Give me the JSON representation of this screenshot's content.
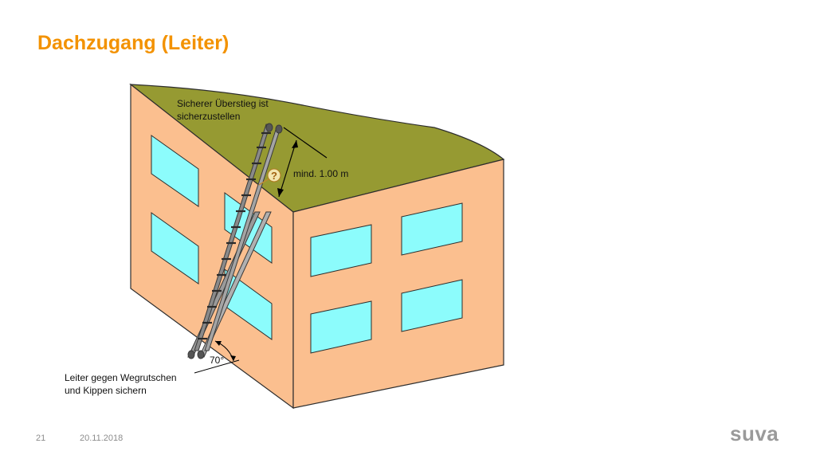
{
  "slide": {
    "title": "Dachzugang (Leiter)",
    "page_number": "21",
    "date": "20.11.2018",
    "logo_text": "suva"
  },
  "diagram": {
    "label_top_line1": "Sicherer Überstieg ist",
    "label_top_line2": "sicherzustellen",
    "label_height": "mind. 1.00 m",
    "label_angle": "70°",
    "label_bottom_line1": "Leiter gegen Wegrutschen",
    "label_bottom_line2": "und Kippen sichern",
    "help_glyph": "?"
  },
  "colors": {
    "title": "#f39200",
    "wall": "#fbbf8f",
    "roof": "#969a32",
    "window": "#8cfcfc",
    "ladder": "#8f8f8f",
    "footer": "#8c8c8c"
  }
}
